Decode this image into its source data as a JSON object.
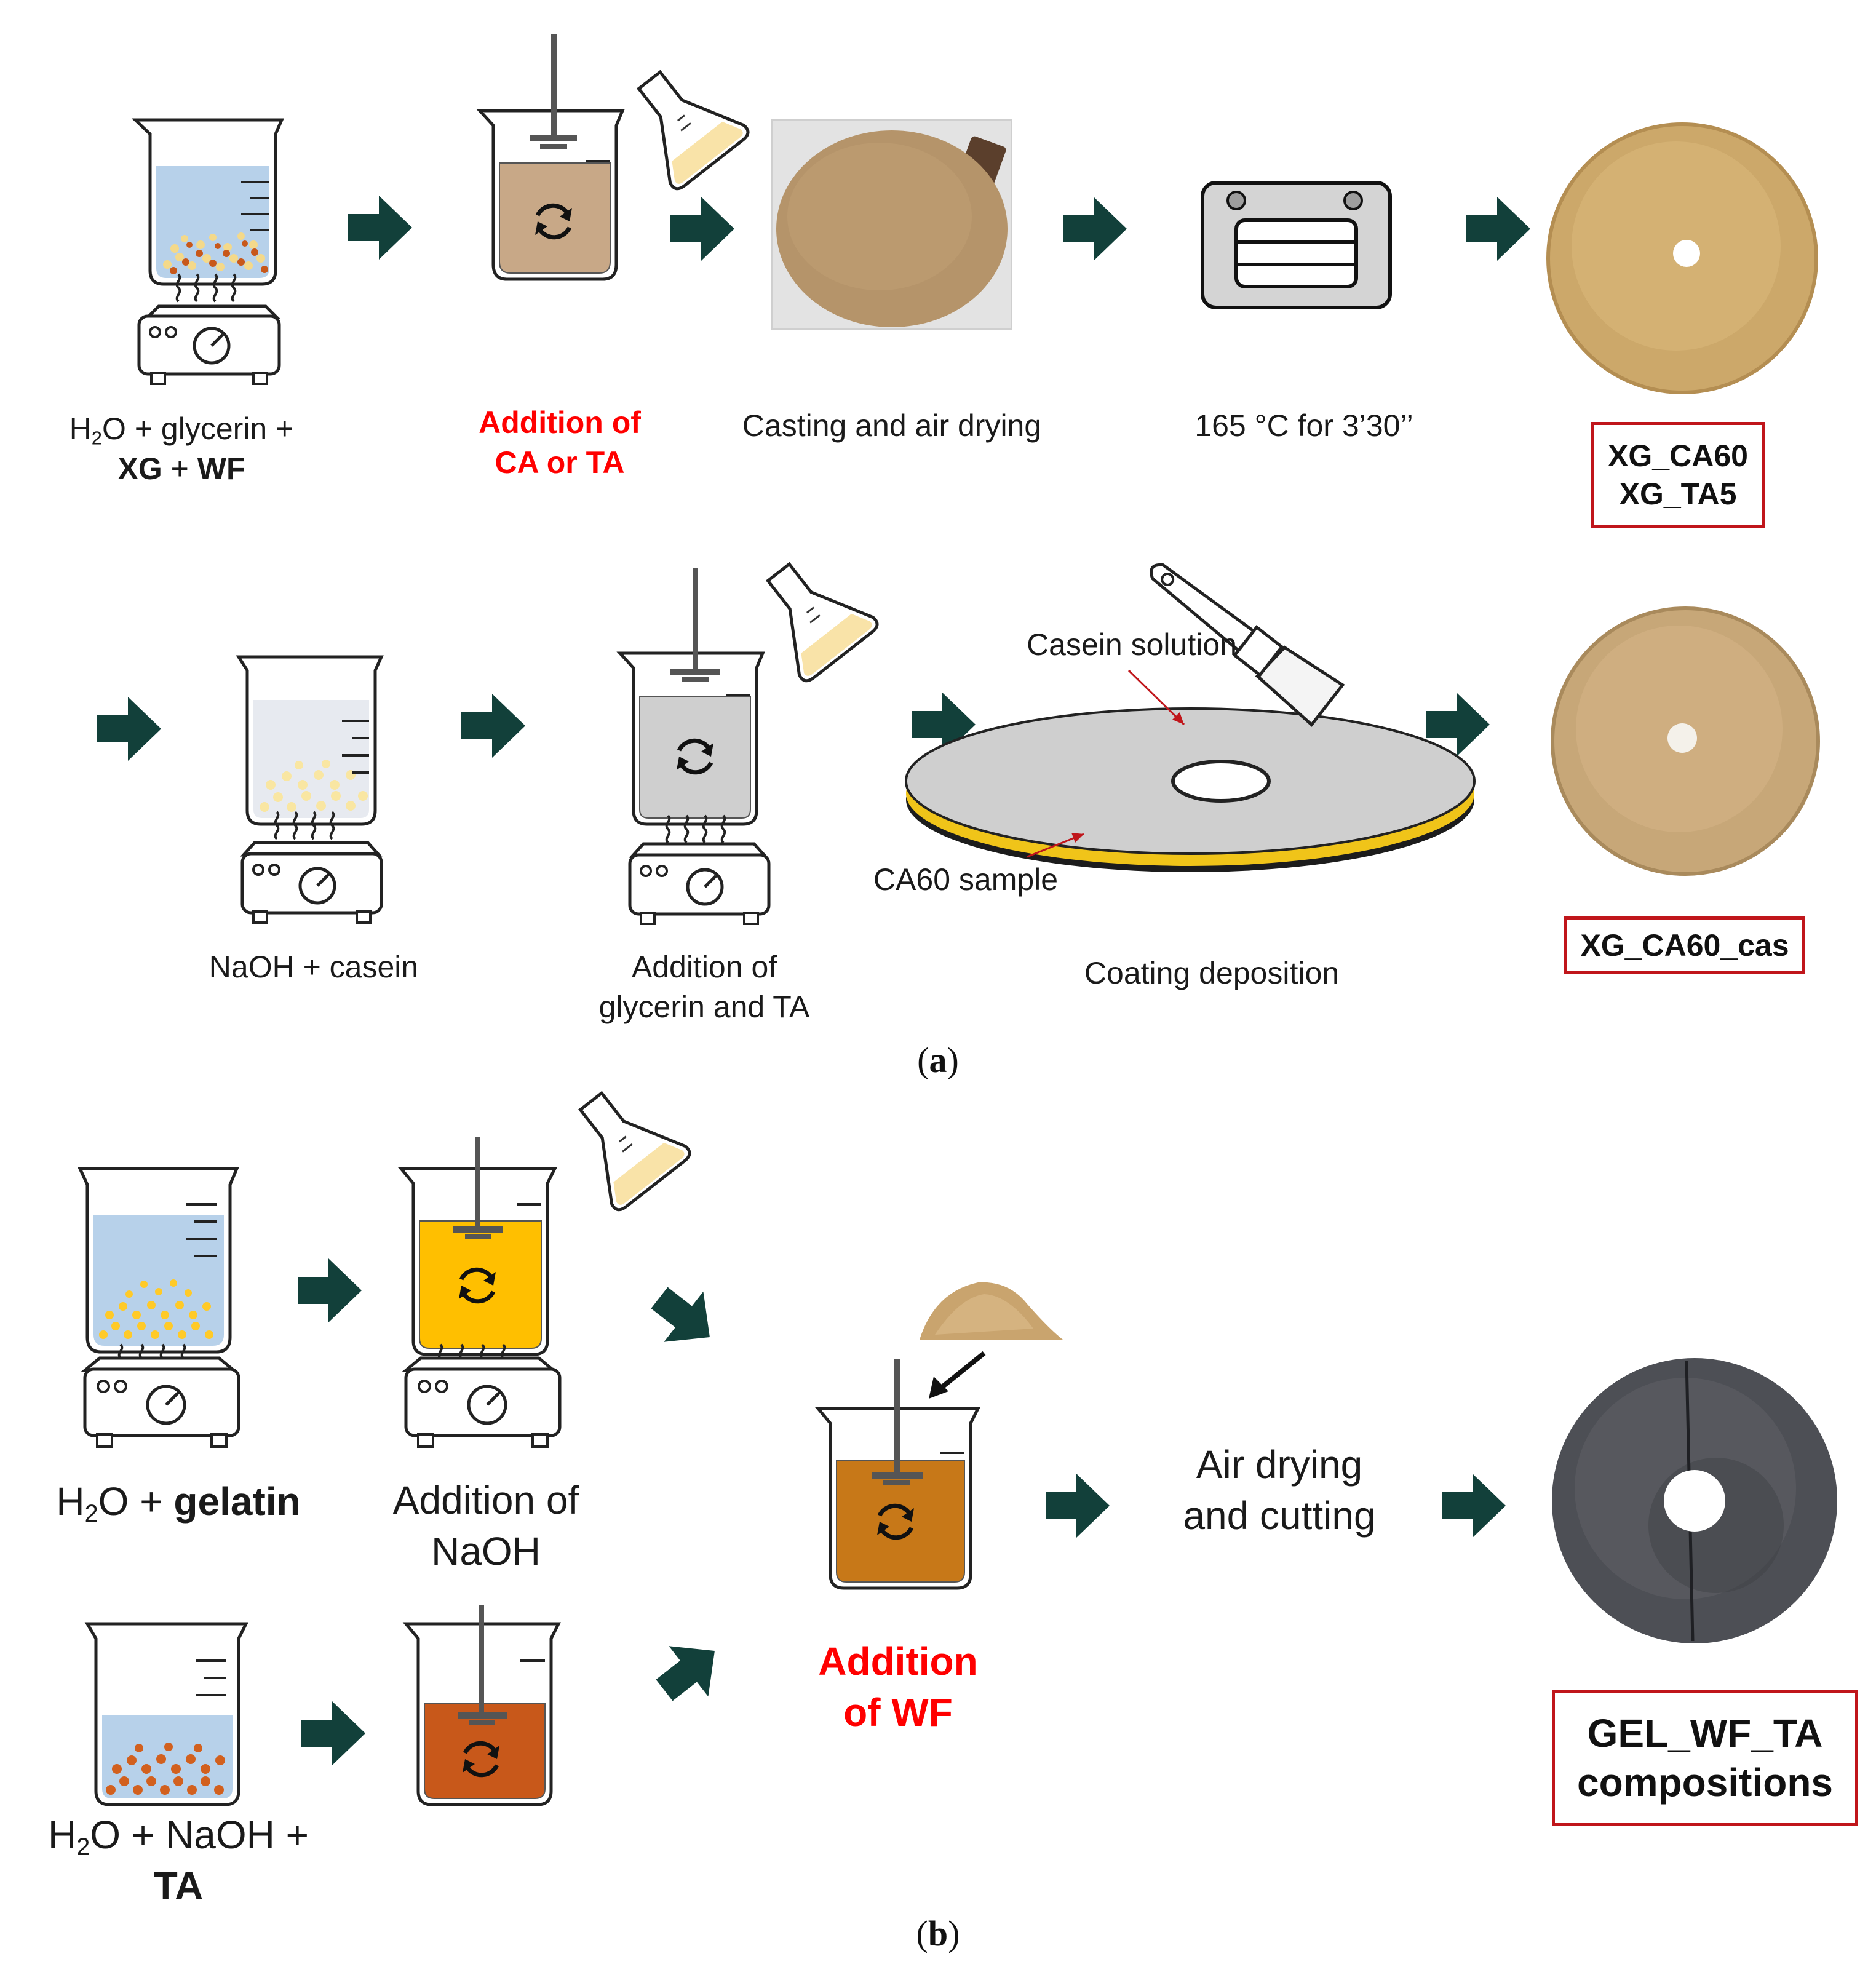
{
  "panel_a": {
    "row1": {
      "step1": {
        "prefix": "H",
        "sub": "2",
        "rest": "O + glycerin +",
        "b1": "XG",
        "plus": " + ",
        "b2": "WF"
      },
      "step2": {
        "line1": "Addition of",
        "line2": "CA or TA"
      },
      "step3": "Casting and air drying",
      "step4": "165 °C for 3’30’’",
      "result": {
        "line1": "XG_CA60",
        "line2": "XG_TA5"
      }
    },
    "row2": {
      "step1": "NaOH + casein",
      "step2": {
        "line1": "Addition of",
        "line2": "glycerin and TA"
      },
      "annot_solution": "Casein solution",
      "annot_sample": "CA60 sample",
      "step3": "Coating deposition",
      "result": "XG_CA60_cas"
    },
    "caption": {
      "open": "(",
      "letter": "a",
      "close": ")"
    }
  },
  "panel_b": {
    "top_step1": {
      "prefix": "H",
      "sub": "2",
      "rest": "O + ",
      "bold": "gelatin"
    },
    "top_step2": {
      "line1": "Addition of",
      "line2": "NaOH"
    },
    "bottom_step1": {
      "prefix": "H",
      "sub": "2",
      "rest": "O + NaOH +",
      "bold": "TA"
    },
    "merge_step": {
      "line1": "Addition",
      "line2": "of WF"
    },
    "dry_step": {
      "line1": "Air drying",
      "line2": "and cutting"
    },
    "result": {
      "line1": "GEL_WF_TA",
      "line2": "compositions"
    },
    "caption": {
      "open": "(",
      "letter": "b",
      "close": ")"
    }
  },
  "colors": {
    "arrow": "#12403a",
    "highlight_red": "#ff0000",
    "box_border": "#c0161b",
    "water_blue": "#b7d1ea",
    "cream_mixture": "#c8a887",
    "gelatin_yellow": "#ffbf00",
    "ta_orange": "#c8581a",
    "wf_brown": "#c77818",
    "casein_grey": "#cfcfcf"
  }
}
